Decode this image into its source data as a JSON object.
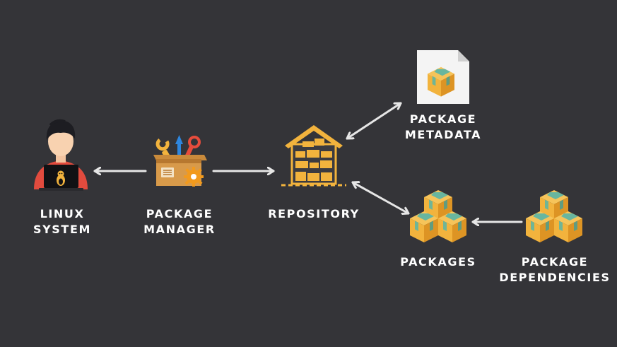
{
  "diagram": {
    "background": "#343438",
    "accent": "#f2b33d",
    "arrow_color": "#e6e6e6",
    "nodes": [
      {
        "id": "linux-system",
        "icon": "user-at-laptop-icon",
        "label_lines": [
          "LINUX",
          "SYSTEM"
        ]
      },
      {
        "id": "package-manager",
        "icon": "toolbox-icon",
        "label_lines": [
          "PACKAGE",
          "MANAGER"
        ]
      },
      {
        "id": "repository",
        "icon": "warehouse-icon",
        "label_lines": [
          "REPOSITORY"
        ]
      },
      {
        "id": "package-metadata",
        "icon": "metadata-document-icon",
        "label_lines": [
          "PACKAGE",
          "METADATA"
        ]
      },
      {
        "id": "packages",
        "icon": "boxes-stack-icon",
        "label_lines": [
          "PACKAGES"
        ]
      },
      {
        "id": "package-dependencies",
        "icon": "boxes-stack-icon",
        "label_lines": [
          "PACKAGE",
          "DEPENDENCIES"
        ]
      }
    ],
    "edges": [
      {
        "from": "package-manager",
        "to": "linux-system",
        "direction": "single"
      },
      {
        "from": "package-manager",
        "to": "repository",
        "direction": "single"
      },
      {
        "from": "repository",
        "to": "package-metadata",
        "direction": "double"
      },
      {
        "from": "repository",
        "to": "packages",
        "direction": "double"
      },
      {
        "from": "package-dependencies",
        "to": "packages",
        "direction": "single"
      }
    ]
  }
}
